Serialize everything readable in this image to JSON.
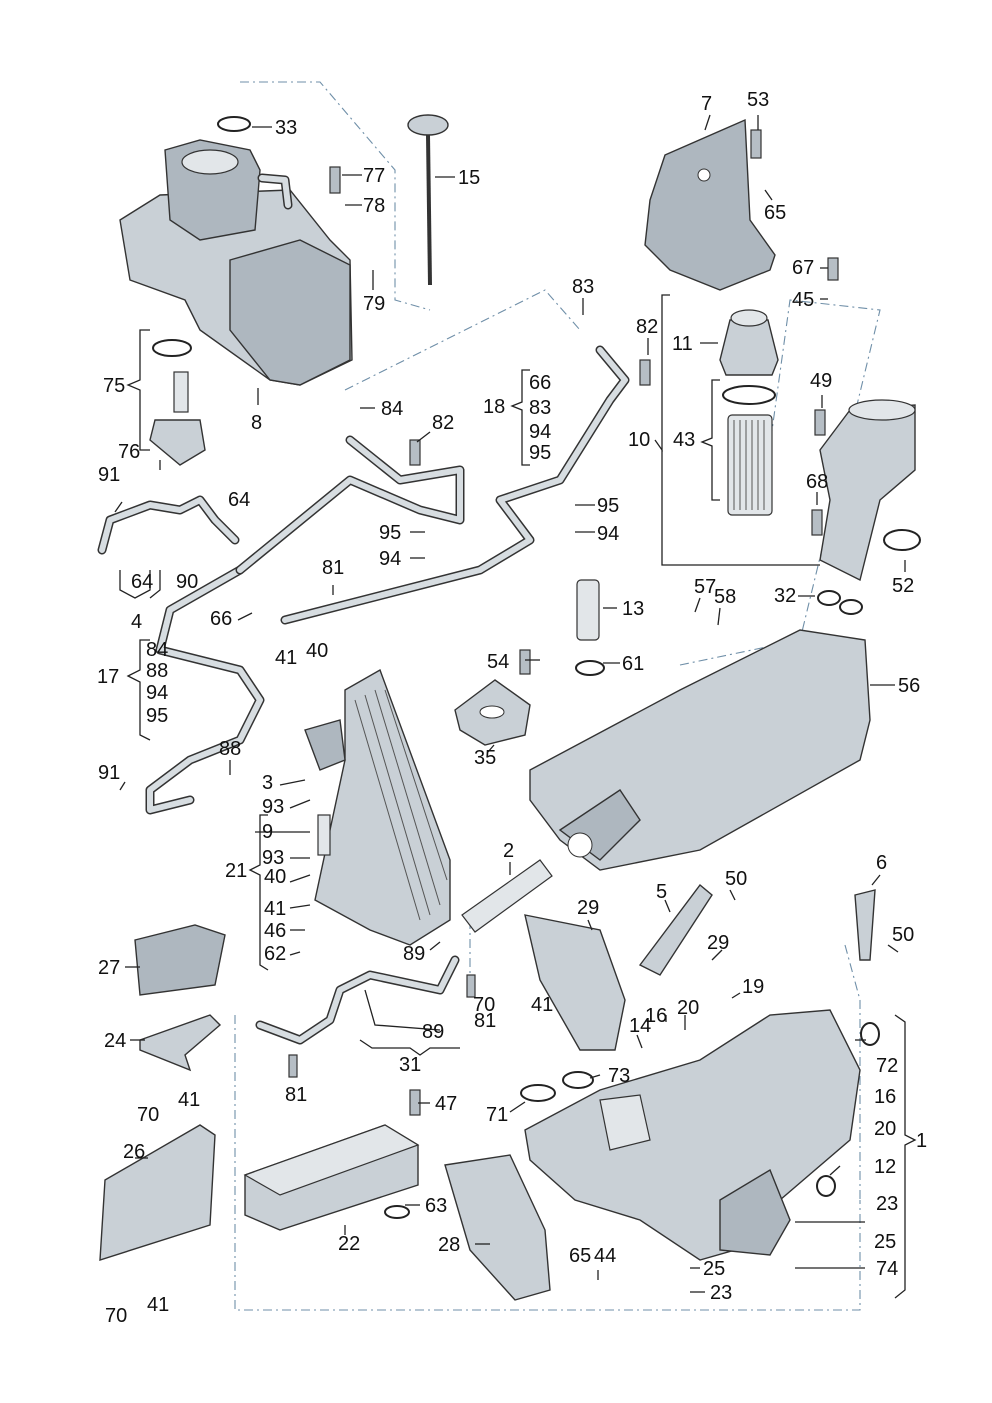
{
  "labels": {
    "l1": "1",
    "l2": "2",
    "l3": "3",
    "l4": "4",
    "l5": "5",
    "l6": "6",
    "l7": "7",
    "l8": "8",
    "l9": "9",
    "l10": "10",
    "l11": "11",
    "l12": "12",
    "l13": "13",
    "l14": "14",
    "l15": "15",
    "l16a": "16",
    "l16b": "16",
    "l17": "17",
    "l18": "18",
    "l19": "19",
    "l20a": "20",
    "l20b": "20",
    "l21": "21",
    "l22": "22",
    "l23a": "23",
    "l23b": "23",
    "l24": "24",
    "l25a": "25",
    "l25b": "25",
    "l26": "26",
    "l27": "27",
    "l28": "28",
    "l29a": "29",
    "l29b": "29",
    "l31": "31",
    "l32": "32",
    "l33": "33",
    "l35": "35",
    "l40a": "40",
    "l40b": "40",
    "l41a": "41",
    "l41b": "41",
    "l41c": "41",
    "l41d": "41",
    "l41e": "41",
    "l43": "43",
    "l44": "44",
    "l45": "45",
    "l46": "46",
    "l47": "47",
    "l49": "49",
    "l50a": "50",
    "l50b": "50",
    "l52": "52",
    "l53": "53",
    "l54": "54",
    "l56": "56",
    "l57": "57",
    "l58": "58",
    "l61": "61",
    "l62": "62",
    "l63": "63",
    "l64a": "64",
    "l64b": "64",
    "l65a": "65",
    "l65b": "65",
    "l66a": "66",
    "l66b": "66",
    "l67": "67",
    "l68": "68",
    "l70a": "70",
    "l70b": "70",
    "l70c": "70",
    "l71": "71",
    "l72": "72",
    "l73": "73",
    "l74": "74",
    "l75": "75",
    "l76": "76",
    "l77": "77",
    "l78": "78",
    "l79": "79",
    "l81a": "81",
    "l81b": "81",
    "l81c": "81",
    "l82a": "82",
    "l82b": "82",
    "l83a": "83",
    "l83b": "83",
    "l84a": "84",
    "l84b": "84",
    "l88a": "88",
    "l88b": "88",
    "l89a": "89",
    "l89b": "89",
    "l90": "90",
    "l91a": "91",
    "l91b": "91",
    "l93a": "93",
    "l93b": "93",
    "l94a": "94",
    "l94b": "94",
    "l94c": "94",
    "l94d": "94",
    "l95a": "95",
    "l95b": "95",
    "l95c": "95",
    "l95d": "95"
  }
}
